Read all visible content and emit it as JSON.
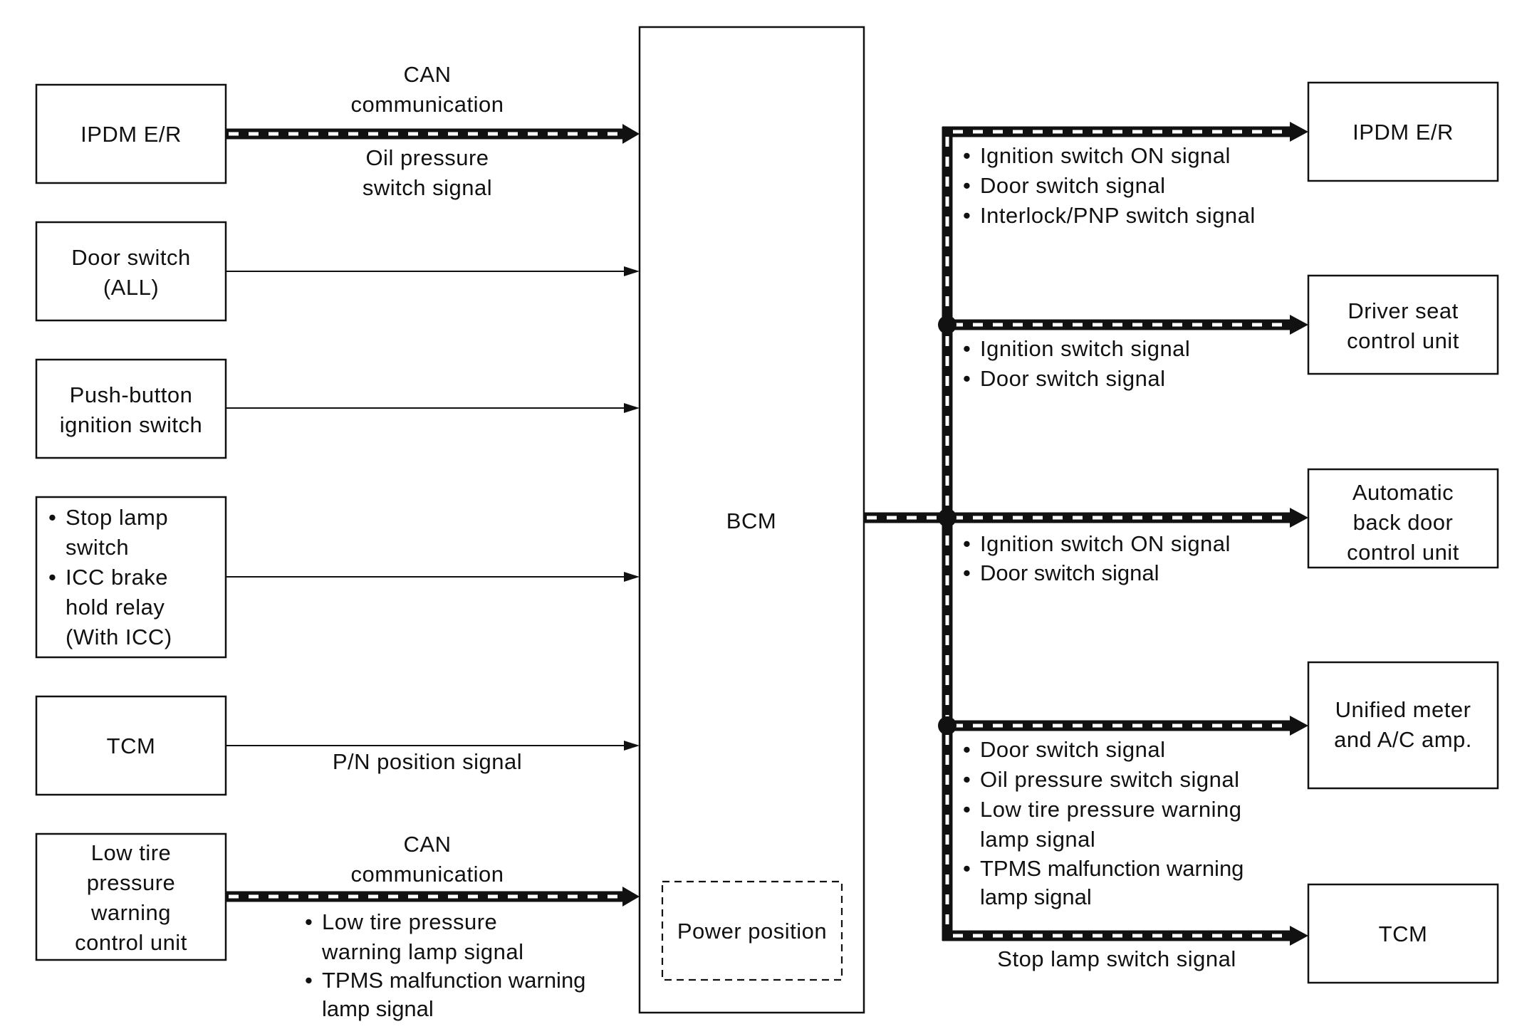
{
  "center": {
    "bcm": "BCM",
    "power_position": "Power position"
  },
  "inputs": {
    "ipdm": "IPDM E/R",
    "ipdm_signal_top": [
      "CAN",
      "communication"
    ],
    "ipdm_signal_bottom": [
      "Oil pressure",
      "switch signal"
    ],
    "door_switch": [
      "Door switch",
      "(ALL)"
    ],
    "push_button": [
      "Push-button",
      "ignition switch"
    ],
    "stop_lamp_items": [
      "Stop lamp",
      "switch",
      "ICC brake",
      "hold relay",
      "(With ICC)"
    ],
    "tcm": "TCM",
    "tcm_signal": "P/N position signal",
    "low_tire": [
      "Low tire",
      "pressure",
      "warning",
      "control unit"
    ],
    "low_tire_signal_top": [
      "CAN",
      "communication"
    ],
    "low_tire_signal_items": [
      "Low tire pressure",
      "warning lamp signal",
      "TPMS malfunction warning",
      "lamp signal"
    ]
  },
  "outputs": {
    "ipdm": "IPDM E/R",
    "ipdm_signals": [
      "Ignition switch ON signal",
      "Door switch signal",
      "Interlock/PNP switch signal"
    ],
    "driver_seat": [
      "Driver seat",
      "control unit"
    ],
    "driver_seat_signals": [
      "Ignition switch signal",
      "Door switch signal"
    ],
    "auto_back_door": [
      "Automatic",
      "back door",
      "control unit"
    ],
    "auto_back_door_signals": [
      "Ignition switch ON signal",
      "Door switch signal"
    ],
    "unified_meter": [
      "Unified meter",
      "and A/C amp."
    ],
    "unified_meter_signals": [
      "Door switch signal",
      "Oil pressure switch signal",
      "Low tire pressure warning",
      "lamp signal",
      "TPMS malfunction warning",
      "lamp signal"
    ],
    "tcm": "TCM",
    "tcm_signal": "Stop lamp switch signal"
  },
  "bullet": "•"
}
